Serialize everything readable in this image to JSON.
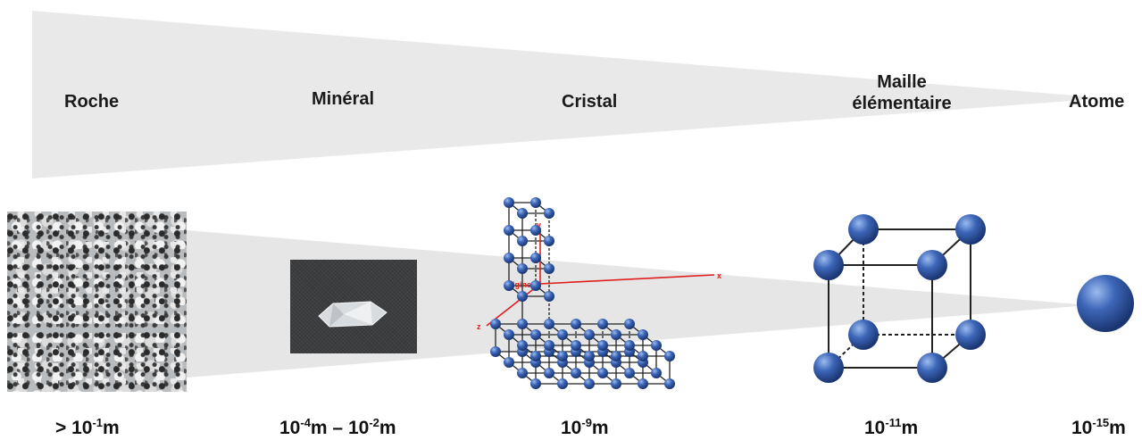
{
  "stages": [
    {
      "label": "Roche",
      "scale_prefix": "> 10",
      "exponent": "-1",
      "unit": "m"
    },
    {
      "label": "Minéral",
      "scale_a": "10",
      "exp_a": "-4",
      "scale_mid": "m – 10",
      "exp_b": "-2",
      "unit": "m"
    },
    {
      "label": "Cristal",
      "scale_prefix": "10",
      "exponent": "-9",
      "unit": "m"
    },
    {
      "label_line1": "Maille",
      "label_line2": "élémentaire",
      "scale_prefix": "10",
      "exponent": "-11",
      "unit": "m"
    },
    {
      "label": "Atome",
      "scale_prefix": "10",
      "exponent": "-15",
      "unit": "m"
    }
  ],
  "axes": {
    "x": "x",
    "y": "y",
    "z": "z",
    "origin": "origine"
  },
  "colors": {
    "wedge": "#e9e9e9",
    "axis": "#e0201f",
    "atom": "#2e55a3",
    "atom_highlight": "#8fb0e8",
    "bond": "#222222"
  },
  "icons": {
    "rock": "granite-photo",
    "mineral": "quartz-crystal-photo"
  }
}
